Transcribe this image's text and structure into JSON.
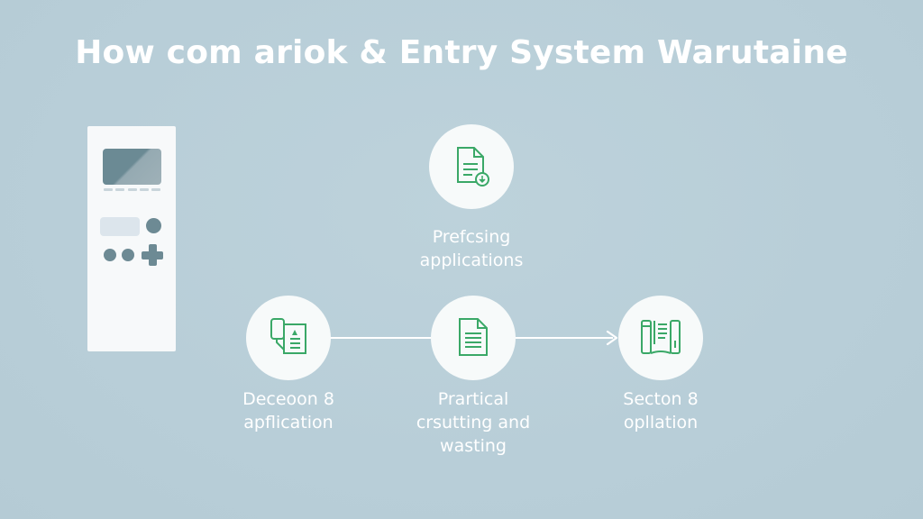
{
  "title": "How com ariok & Entry System Warutaine",
  "colors": {
    "background": "#b9cfd9",
    "node_fill": "#f7fafa",
    "icon_stroke": "#3aa867",
    "device_accent": "#6d8a94",
    "text": "#ffffff"
  },
  "device": {
    "icon": "handheld-device-icon"
  },
  "nodes": {
    "top": {
      "icon": "document-download-icon",
      "label_line1": "Prefcsing",
      "label_line2": "applications"
    },
    "left": {
      "icon": "device-document-icon",
      "label_line1": "Deceoon 8",
      "label_line2": "apflication"
    },
    "center": {
      "icon": "document-icon",
      "label_line1": "Prartical",
      "label_line2": "crsutting and",
      "label_line3": "wasting"
    },
    "right": {
      "icon": "open-book-icon",
      "label_line1": "Secton 8",
      "label_line2": "opllation"
    }
  }
}
